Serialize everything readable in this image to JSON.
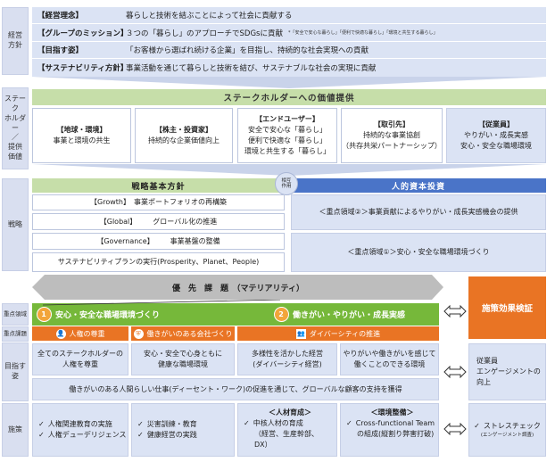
{
  "left_labels": {
    "management": "経営\n方針",
    "stakeholder": "ステーク\nホルダー\n／\n提供\n価値",
    "strategy": "戦略",
    "focus_area": "重点領域",
    "focus_issue": "重点課題",
    "target": "目指す\n姿",
    "measures": "施策"
  },
  "policy": [
    {
      "key": "【経営理念】",
      "value": "暮らしと技術を結ぶことによって社会に貢献する",
      "note": ""
    },
    {
      "key": "【グループのミッション】",
      "value": "３つの「暮らし」のアプローチでSDGsに貢献",
      "note": "*「安全で安心な暮らし」「便利で快適な暮らし」「環境と共生する暮らし」"
    },
    {
      "key": "【目指す姿】",
      "value": "「お客様から選ばれ続ける企業」を目指し、持続的な社会実現への貢献",
      "note": ""
    },
    {
      "key": "【サステナビリティ方針】",
      "value": "事業活動を通じて暮らしと技術を結び、サステナブルな社会の実現に貢献",
      "note": ""
    }
  ],
  "stakeholder_header": "ステークホルダーへの価値提供",
  "stakeholders": [
    {
      "title": "【地球・環境】",
      "lines": [
        "事業と環境の共生"
      ]
    },
    {
      "title": "【株主・投資家】",
      "lines": [
        "持続的な企業価値向上"
      ]
    },
    {
      "title": "【エンドユーザー】",
      "lines": [
        "安全で安心な「暮らし」",
        "便利で快適な「暮らし」",
        "環境と共生する「暮らし」"
      ]
    },
    {
      "title": "【取引先】",
      "lines": [
        "持続的な事業協創",
        "（共存共栄パートナーシップ）"
      ]
    },
    {
      "title": "【従業員】",
      "lines": [
        "やりがい・成長実感",
        "安心・安全な職場環境"
      ]
    }
  ],
  "mutual": "相互\n作用",
  "strategy": {
    "basic_header": "戦略基本方針",
    "hc_header": "人的資本投資",
    "basic_items": [
      {
        "key": "【Growth】",
        "value": "事業ポートフォリオの再構築"
      },
      {
        "key": "【Global】",
        "value": "グローバル化の推進"
      },
      {
        "key": "【Governance】",
        "value": "事業基盤の整備"
      },
      {
        "key": "",
        "value": "サステナビリティプランの実行(Prosperity、Planet、People)"
      }
    ],
    "hc_items": [
      "＜重点領域②＞事業貢献によるやりがい・成長実感機会の提供",
      "＜重点領域①＞安心・安全な職場環境づくり"
    ]
  },
  "materiality": "優　先　課　題　（マテリアリティ）",
  "verification": "施策効果検証",
  "focus_areas": [
    {
      "num": "1",
      "label": "安心・安全な職場環境づくり"
    },
    {
      "num": "2",
      "label": "働きがい・やりがい・成長実感"
    }
  ],
  "issues": [
    {
      "icon": "person-icon",
      "label": "人権の尊重"
    },
    {
      "icon": "shield-person-icon",
      "label": "働きがいのある会社づくり"
    },
    {
      "icon": "people-icon",
      "label": "ダイバーシティの推進"
    }
  ],
  "targets": [
    [
      "全てのステークホルダーの",
      "人権を尊重"
    ],
    [
      "安心・安全で心身ともに",
      "健康な職場環境"
    ],
    [
      "多様性を活かした経営",
      "(ダイバーシティ経営)"
    ],
    [
      "やりがいや働きがいを感じて",
      "働くことのできる環境"
    ]
  ],
  "target_summary": "働きがいのある人間らしい仕事(ディーセント・ワーク)の促進を通じて、グローバルな顧客の支持を獲得",
  "engagement": [
    "従業員",
    "エンゲージメントの",
    "向上"
  ],
  "measures": {
    "col1": [
      "人権関連教育の実施",
      "人権デューデリジェンス"
    ],
    "col2": [
      "災害訓練・教育",
      "健康経営の実践"
    ],
    "col3_title": "＜人材育成＞",
    "col3": [
      "中核人材の育成",
      "（経営、生産幹部、",
      "DX）"
    ],
    "col4_title": "＜環境整備＞",
    "col4": [
      "Cross-functional Team",
      "の組成(縦割り弊害打破)"
    ],
    "col5": "ストレスチェック",
    "col5_sub": "(エンゲージメント調査)"
  },
  "colors": {
    "accent_orange": "#e97424",
    "accent_green": "#76b83a",
    "band_blue": "#dbe3f4",
    "header_blue": "#4a74c8"
  }
}
